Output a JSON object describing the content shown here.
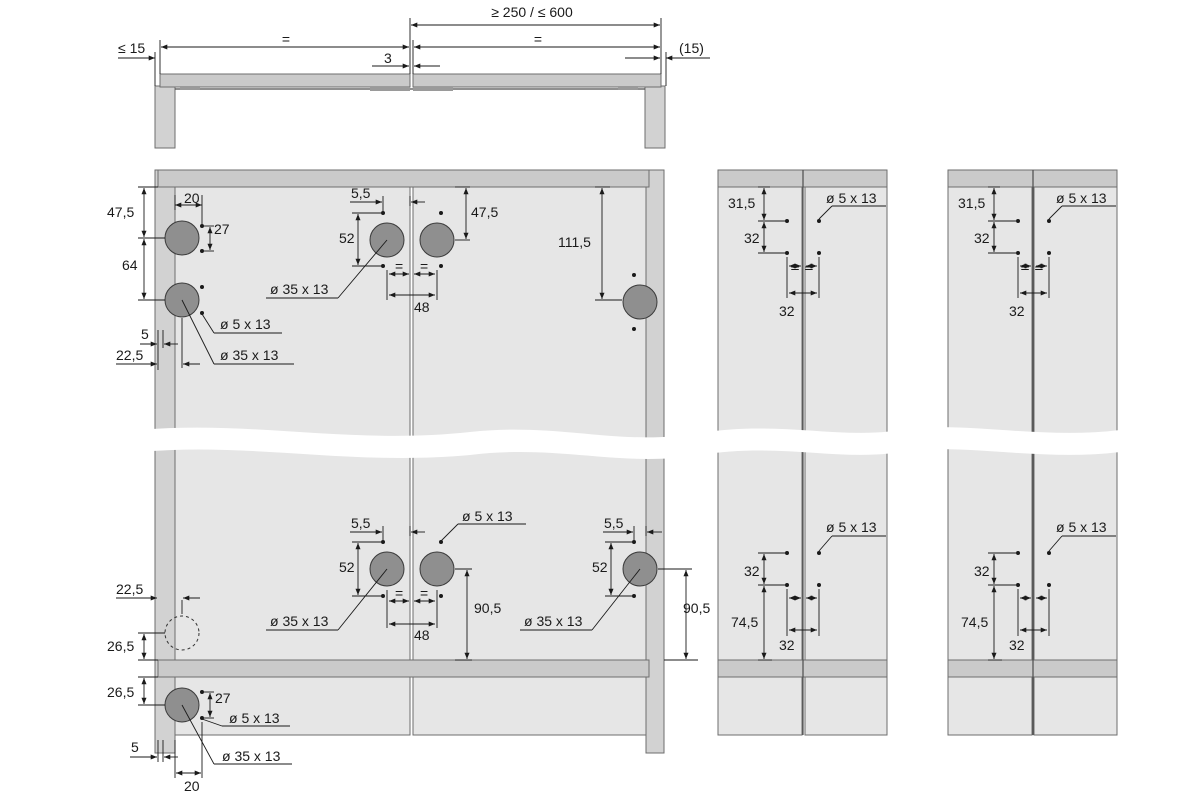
{
  "top_view": {
    "span": "≥ 250 / ≤ 600",
    "eq_left": "=",
    "eq_right": "=",
    "overhang_left": "≤ 15",
    "gap": "3",
    "overhang_right": "(15)"
  },
  "main_top": {
    "d_20": "20",
    "d_47_5_left": "47,5",
    "d_27": "27",
    "d_64": "64",
    "d_5": "5",
    "d_22_5": "22,5",
    "pin_left": "ø 5 x 13",
    "cup_left": "ø 35 x 13",
    "d_5_5": "5,5",
    "d_52": "52",
    "d_47_5_mid": "47,5",
    "cup_mid": "ø 35 x 13",
    "eq1": "=",
    "eq2": "=",
    "d_48": "48",
    "d_111_5": "111,5"
  },
  "main_bottom": {
    "d_5_5_mid": "5,5",
    "pin_mid": "ø 5 x 13",
    "d_52_mid": "52",
    "cup_mid": "ø 35 x 13",
    "eq1": "=",
    "eq2": "=",
    "d_48": "48",
    "d_90_5_mid": "90,5",
    "d_5_5_right": "5,5",
    "d_52_right": "52",
    "cup_right": "ø 35 x 13",
    "d_90_5_right": "90,5",
    "d_22_5": "22,5",
    "d_26_5_a": "26,5",
    "d_26_5_b": "26,5",
    "d_27": "27",
    "pin_left": "ø 5 x 13",
    "d_5": "5",
    "cup_left": "ø 35 x 13",
    "d_20": "20"
  },
  "detail_a": {
    "d_31_5": "31,5",
    "d_32_v": "32",
    "pin_top": "ø 5 x 13",
    "eq": "= =",
    "d_32_h_top": "32",
    "pin_bottom": "ø 5 x 13",
    "d_32_v_b": "32",
    "d_74_5": "74,5",
    "d_32_h_bottom": "32"
  },
  "detail_b": {
    "d_31_5": "31,5",
    "d_32_v": "32",
    "pin_top": "ø 5 x 13",
    "eq": "= =",
    "d_32_h_top": "32",
    "pin_bottom": "ø 5 x 13",
    "d_32_v_b": "32",
    "d_74_5": "74,5",
    "d_32_h_bottom": "32"
  }
}
